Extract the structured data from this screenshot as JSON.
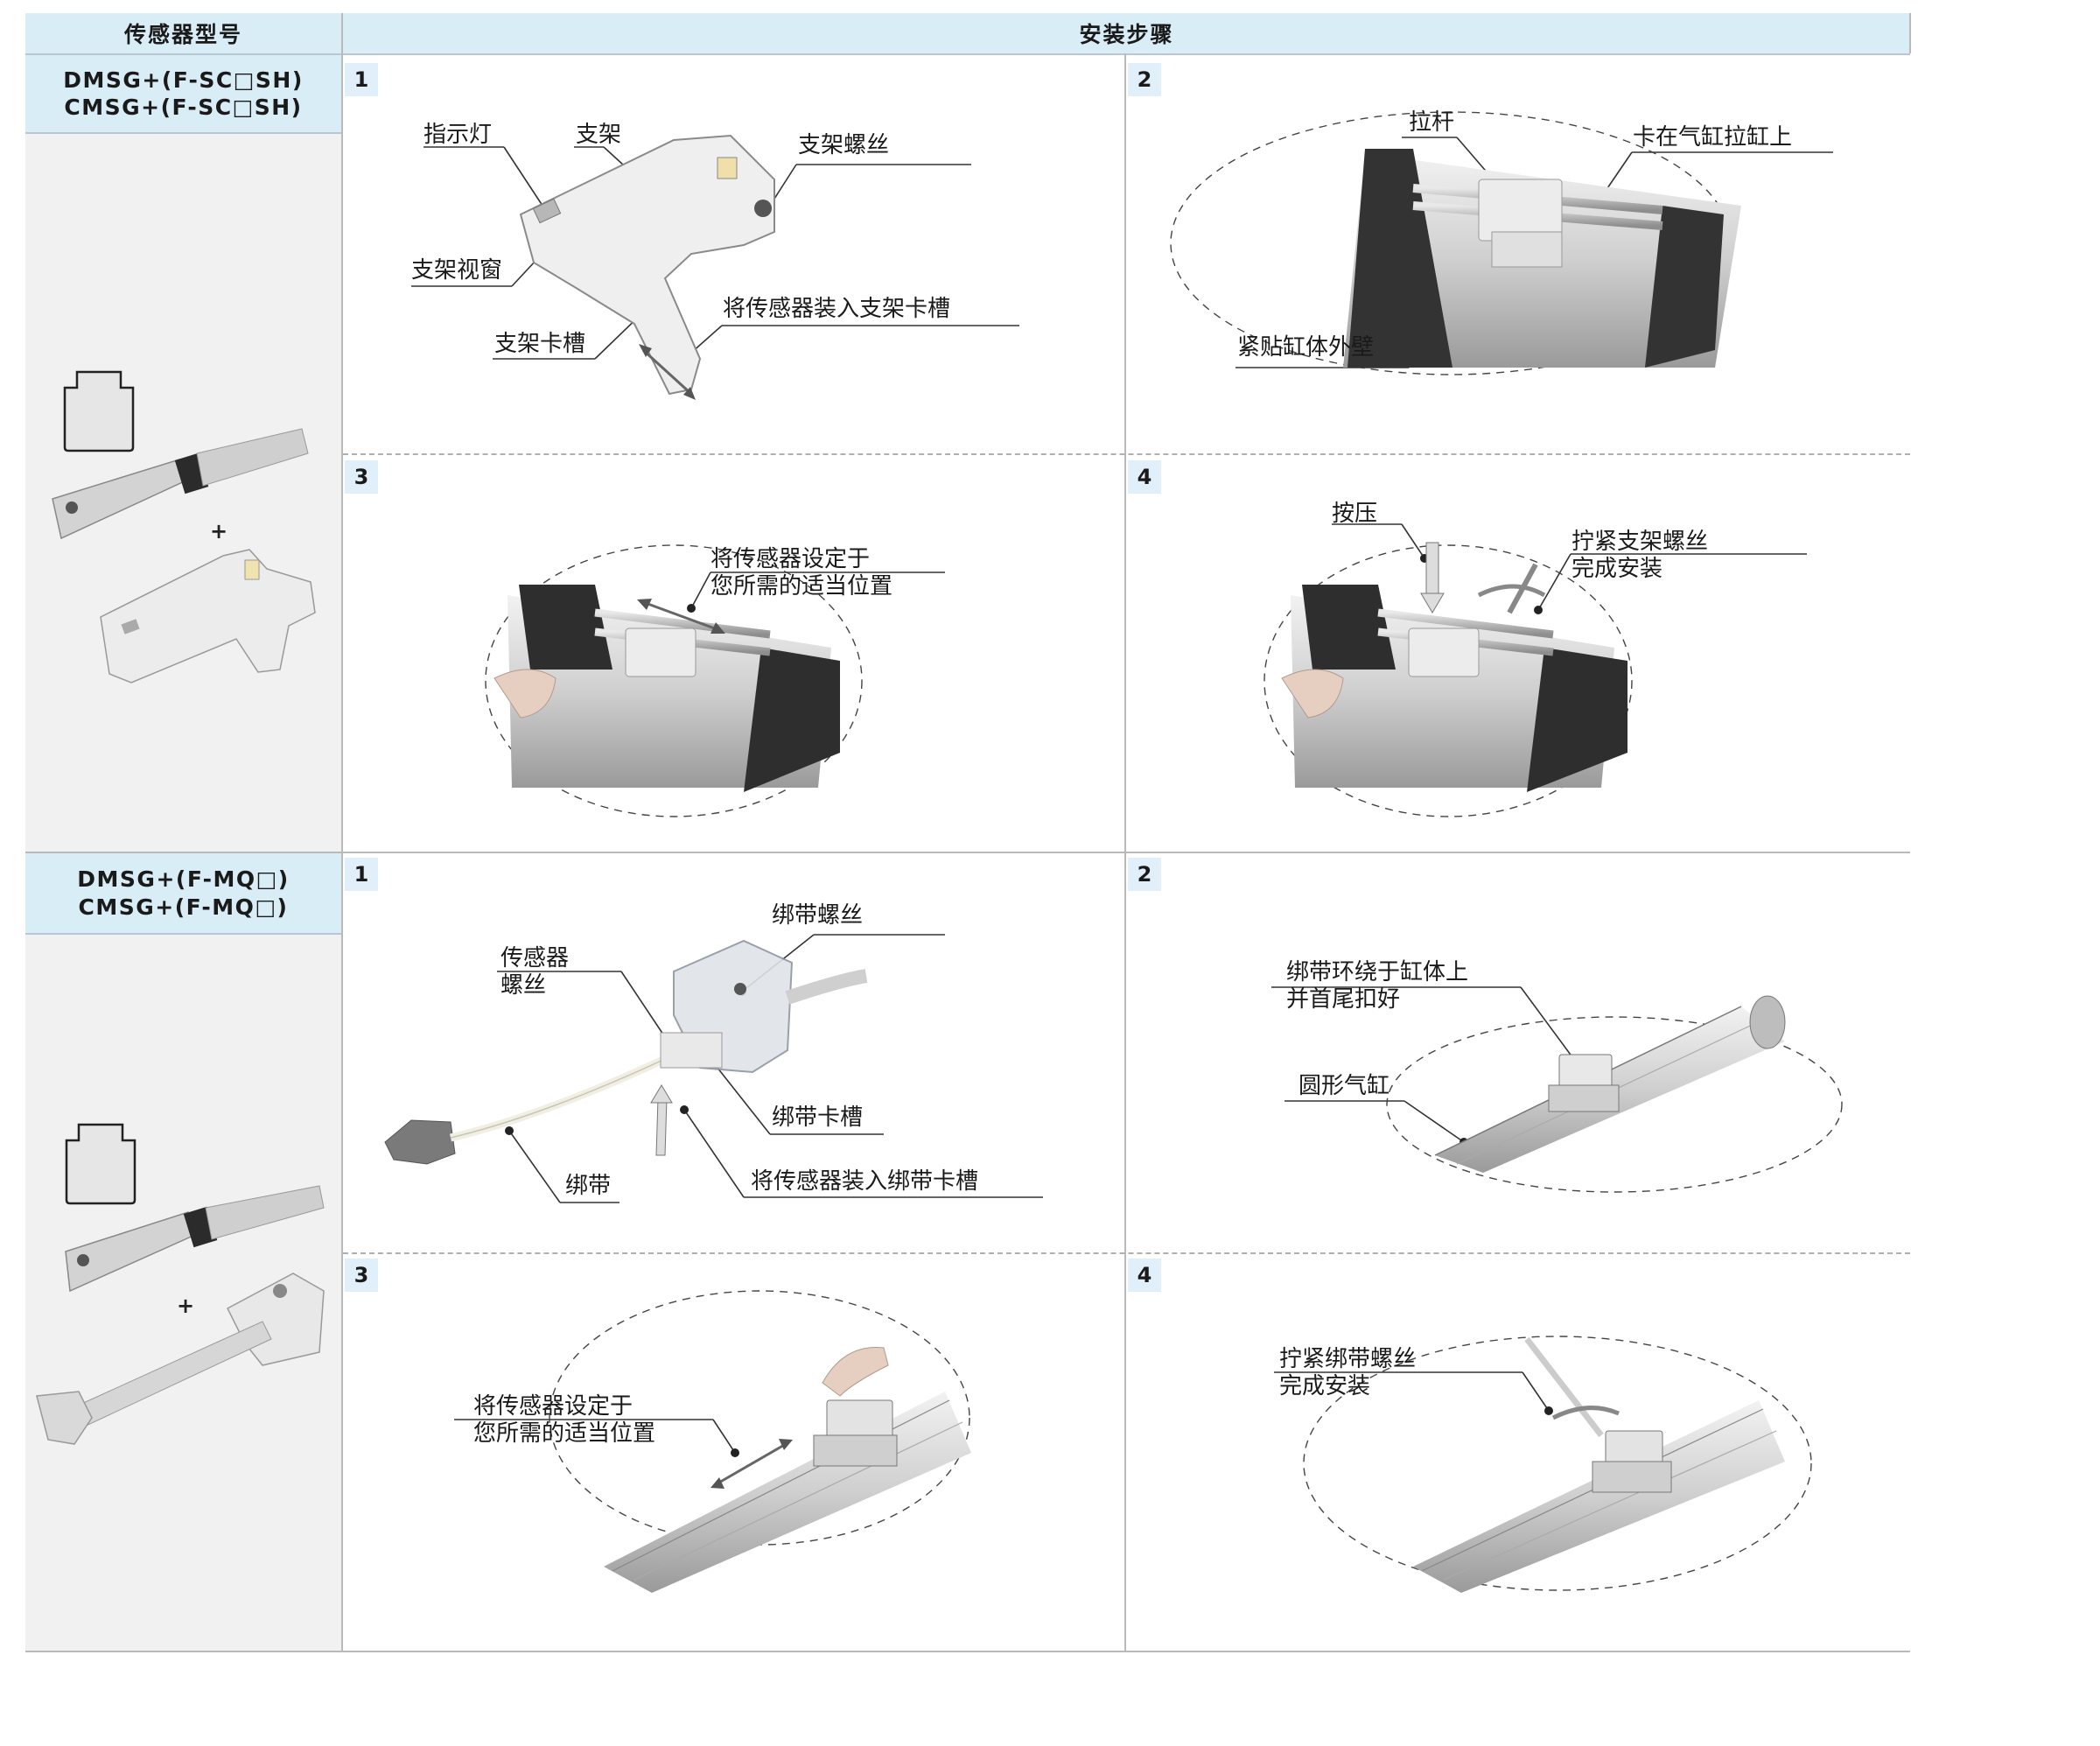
{
  "header": {
    "col_model": "传感器型号",
    "col_steps": "安装步骤"
  },
  "groups": [
    {
      "models": [
        "DMSG+(F-SC□SH)",
        "CMSG+(F-SC□SH)"
      ],
      "plus": "+",
      "steps": [
        {
          "num": "1",
          "labels": [
            "指示灯",
            "支架",
            "支架螺丝",
            "支架视窗",
            "支架卡槽",
            "将传感器装入支架卡槽"
          ]
        },
        {
          "num": "2",
          "labels": [
            "拉杆",
            "卡在气缸拉缸上",
            "紧贴缸体外壁"
          ]
        },
        {
          "num": "3",
          "labels": [
            "将传感器设定于\n您所需的适当位置"
          ]
        },
        {
          "num": "4",
          "labels": [
            "按压",
            "拧紧支架螺丝\n完成安装"
          ]
        }
      ]
    },
    {
      "models": [
        "DMSG+(F-MQ□)",
        "CMSG+(F-MQ□)"
      ],
      "plus": "+",
      "steps": [
        {
          "num": "1",
          "labels": [
            "绑带螺丝",
            "传感器\n螺丝",
            "绑带卡槽",
            "绑带",
            "将传感器装入绑带卡槽"
          ]
        },
        {
          "num": "2",
          "labels": [
            "绑带环绕于缸体上\n并首尾扣好",
            "圆形气缸"
          ]
        },
        {
          "num": "3",
          "labels": [
            "将传感器设定于\n您所需的适当位置"
          ]
        },
        {
          "num": "4",
          "labels": [
            "拧紧绑带螺丝\n完成安装"
          ]
        }
      ]
    }
  ]
}
